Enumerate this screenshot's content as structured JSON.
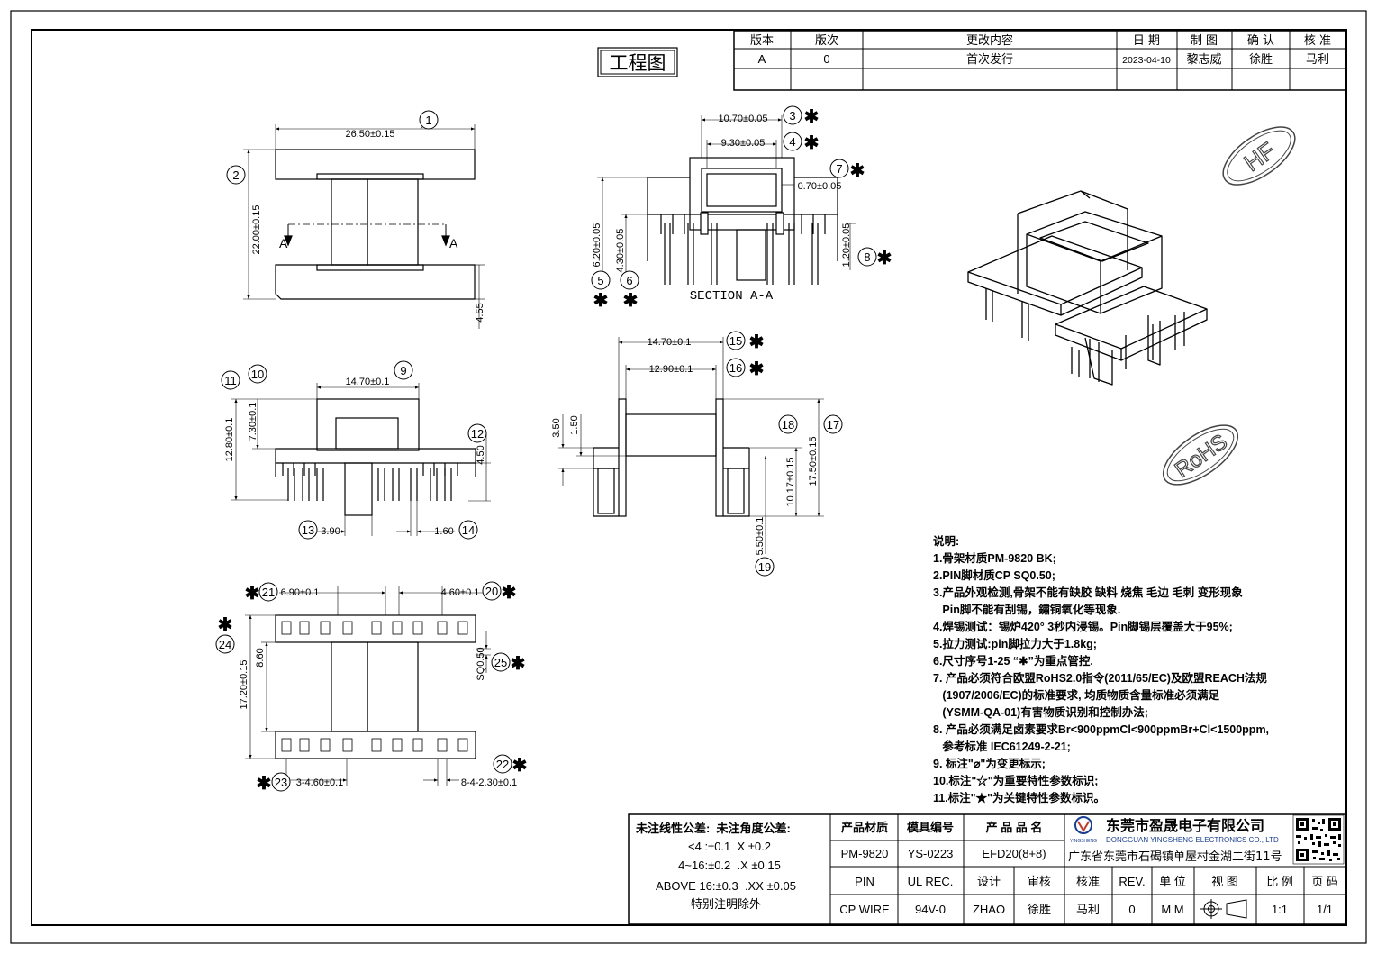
{
  "title_box": "工程图",
  "revision_table": {
    "headers": [
      "版本",
      "版次",
      "更改内容",
      "日 期",
      "制 图",
      "确 认",
      "核 准"
    ],
    "rows": [
      [
        "A",
        "0",
        "首次发行",
        "2023-04-10",
        "黎志威",
        "徐胜",
        "马利"
      ]
    ]
  },
  "stamps": {
    "hf": "HF",
    "rohs": "RoHS"
  },
  "dims": {
    "d1": "26.50±0.15",
    "d2": "22.00±0.15",
    "d455": "4.55",
    "d3": "10.70±0.05",
    "d4": "9.30±0.05",
    "d7": "0.70±0.05",
    "d8": "1.20±0.05",
    "d5": "6.20±0.05",
    "d6": "4.30±0.05",
    "d9": "14.70±0.1",
    "d11": "12.80±0.1",
    "d10": "7.30±0.1",
    "d12": "4.50",
    "d13": "3.90",
    "d14": "1.60",
    "d15": "14.70±0.1",
    "d16": "12.90±0.1",
    "d350": "3.50",
    "d150": "1.50",
    "d17": "17.50±0.15",
    "d18": "10.17±0.15",
    "d19": "5.50±0.1",
    "d21": "6.90±0.1",
    "d20": "4.60±0.1",
    "d24": "17.20±0.15",
    "d860": "8.60",
    "d25": "SQ0.50",
    "d23": "3-4.60±0.1",
    "d22": "8-4-2.30±0.1"
  },
  "balloons": {
    "b1": "1",
    "b2": "2",
    "b3": "3",
    "b4": "4",
    "b5": "5",
    "b6": "6",
    "b7": "7",
    "b8": "8",
    "b9": "9",
    "b10": "10",
    "b11": "11",
    "b12": "12",
    "b13": "13",
    "b14": "14",
    "b15": "15",
    "b16": "16",
    "b17": "17",
    "b18": "18",
    "b19": "19",
    "b20": "20",
    "b21": "21",
    "b22": "22",
    "b23": "23",
    "b24": "24",
    "b25": "25"
  },
  "star": "✱",
  "section_markers": {
    "left": "A",
    "right": "A"
  },
  "section_label": "SECTION A-A",
  "notes": {
    "title": "说明:",
    "lines": [
      "1.骨架材质PM-9820 BK;",
      "2.PIN脚材质CP SQ0.50;",
      "3.产品外观检测,骨架不能有缺胶 缺料 烧焦 毛边 毛刺 变形现象",
      "   Pin脚不能有刮锡，鏽铜氧化等现象.",
      "4.焊锡测试：锡炉420° 3秒内浸锡。Pin脚锡层覆盖大于95%;",
      "5.拉力测试:pin脚拉力大于1.8kg;",
      "6.尺寸序号1-25 “✱”为重点管控.",
      "7. 产品必须符合欧盟RoHS2.0指令(2011/65/EC)及欧盟REACH法规",
      "   (1907/2006/EC)的标准要求, 均质物质含量标准必须满足",
      "   (YSMM-QA-01)有害物质识别和控制办法;",
      "8. 产品必须满足卤素要求Br<900ppmCl<900ppmBr+Cl<1500ppm,",
      "   参考标准 IEC61249-2-21;",
      "9. 标注\"⌀\"为变更标示;",
      "10.标注\"☆\"为重要特性参数标识;",
      "11.标注\"★\"为关键特性参数标识。"
    ]
  },
  "tolerance": {
    "header": "未注线性公差:  未注角度公差:",
    "lines": [
      "<4 :±0.1  X ±0.2",
      "4~16:±0.2  .X ±0.15",
      "ABOVE 16:±0.3  .XX ±0.05",
      "特别注明除外"
    ]
  },
  "title_block": {
    "labels": [
      "产品材质",
      "模具编号",
      "产 品 品 名"
    ],
    "values": [
      "PM-9820",
      "YS-0223",
      "EFD20(8+8)"
    ],
    "row3": [
      "PIN",
      "UL REC.",
      "设计",
      "审核",
      "核准",
      "REV.",
      "单 位",
      "视 图",
      "比 例",
      "页 码"
    ],
    "row4": [
      "CP WIRE",
      "94V-0",
      "ZHAO",
      "徐胜",
      "马利",
      "0",
      "M M",
      "",
      "1:1",
      "1/1"
    ],
    "company_cn": "东莞市盈晟电子有限公司",
    "company_en": "DONGGUAN YINGSHENG ELECTRONICS CO., LTD",
    "address": "广东省东莞市石碣镇单屋村金湖二街11号",
    "logo_word": "YINGSHENG"
  }
}
